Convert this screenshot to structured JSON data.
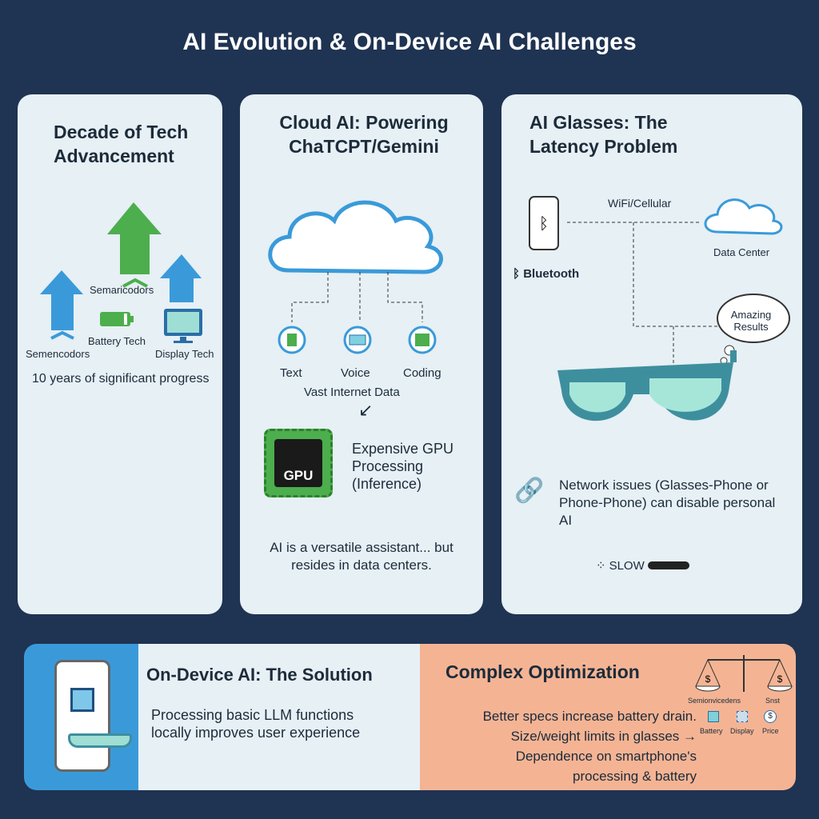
{
  "title": "AI Evolution & On-Device AI Challenges",
  "panel1": {
    "heading": "Decade of Tech Advancement",
    "labels": [
      "Semaricodors",
      "Battery Tech",
      "Semencodors",
      "Display Tech"
    ],
    "caption": "10 years of significant progress"
  },
  "panel2": {
    "heading": "Cloud AI: Powering ChaTCPT/Gemini",
    "modes": [
      "Text",
      "Voice",
      "Coding"
    ],
    "data_label": "Vast Internet Data",
    "chip_label": "GPU",
    "gpu_text": "Expensive GPU Processing (Inference)",
    "caption": "AI is a versatile assistant... but resides in data centers."
  },
  "panel3": {
    "heading": "AI Glasses: The Latency Problem",
    "link_label": "WiFi/Cellular",
    "datacenter_label": "Data Center",
    "bluetooth_label": "Bluetooth",
    "bubble": "Amazing Results",
    "issue": "Network issues (Glasses-Phone or Phone-Phone) can disable personal AI",
    "slow_label": "SLOW"
  },
  "bottom_left": {
    "heading": "On-Device AI: The Solution",
    "text": "Processing basic LLM functions locally improves user experience"
  },
  "bottom_right": {
    "heading": "Complex Optimization",
    "scale_labels": [
      "Semionvicedens",
      "Snst"
    ],
    "icon_labels": [
      "Battery",
      "Display",
      "Price"
    ],
    "lines": [
      "Better specs increase battery drain.",
      "Size/weight limits in glasses →",
      "Dependence on smartphone's",
      "processing & battery"
    ]
  },
  "colors": {
    "bg": "#1f3352",
    "panel": "#e6f0f5",
    "blue": "#3a9ad9",
    "green": "#4cae4c",
    "orange": "#f4b494"
  }
}
